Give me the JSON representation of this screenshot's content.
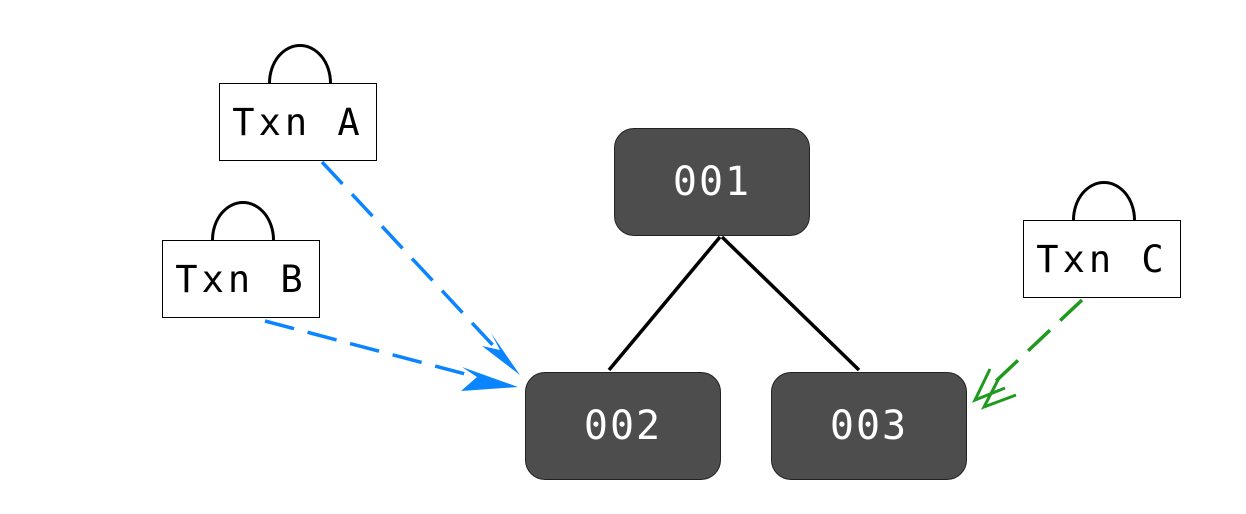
{
  "colors": {
    "node_fill": "#4d4d4d",
    "node_text": "#ffffff",
    "tree_edge": "#000000",
    "txn_ab_arrow": "#0a84ff",
    "txn_c_arrow": "#1f9a1f"
  },
  "nodes": {
    "n001": {
      "label": "001"
    },
    "n002": {
      "label": "002"
    },
    "n003": {
      "label": "003"
    }
  },
  "transactions": {
    "a": {
      "label": "Txn A",
      "icon": "lock-icon",
      "target": "002"
    },
    "b": {
      "label": "Txn B",
      "icon": "lock-icon",
      "target": "002"
    },
    "c": {
      "label": "Txn C",
      "icon": "lock-icon",
      "target": "003"
    }
  }
}
